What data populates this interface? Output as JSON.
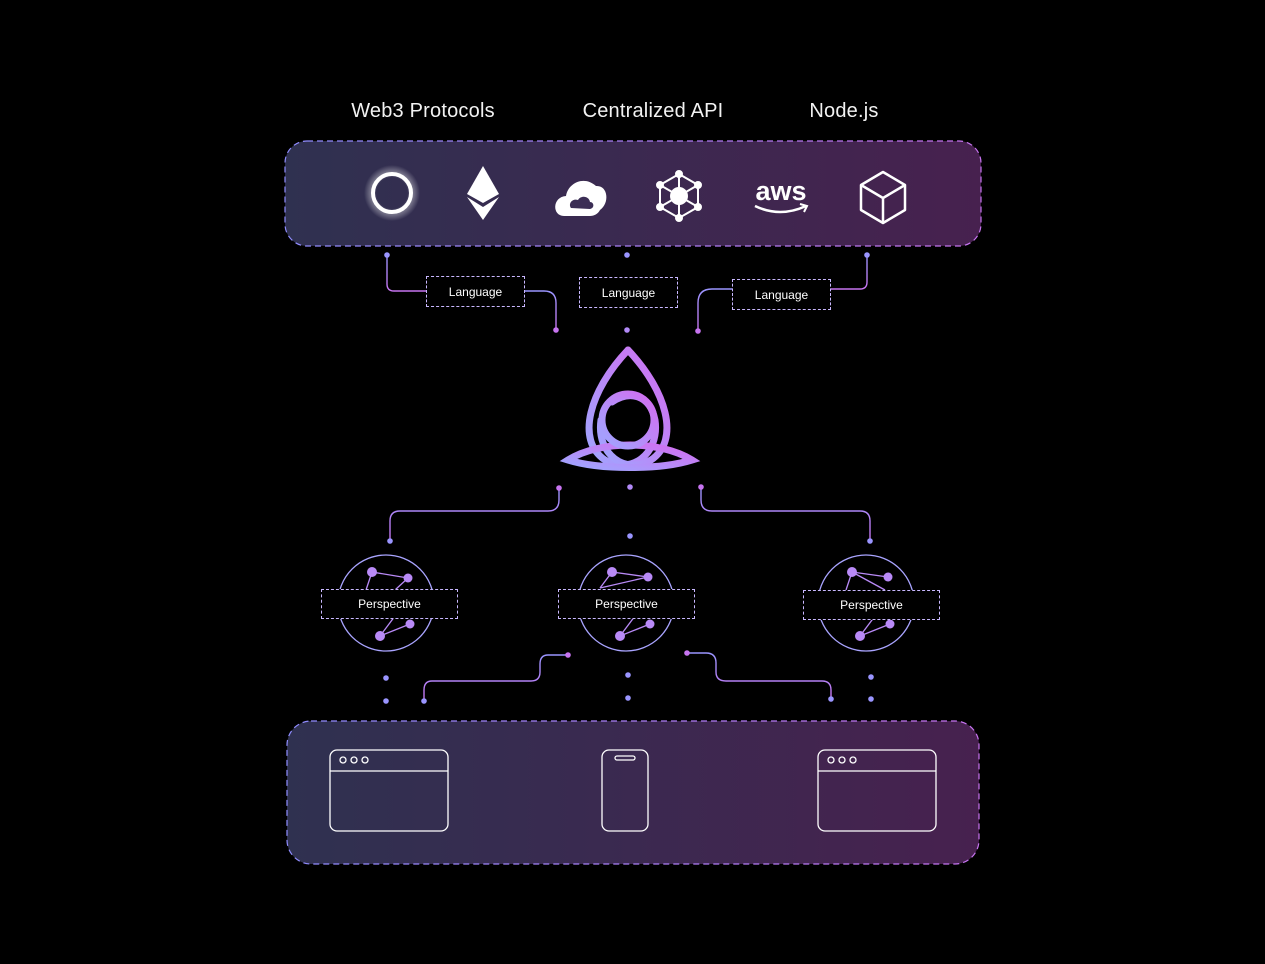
{
  "groups": {
    "web3": "Web3 Protocols",
    "central": "Centralized API",
    "node": "Node.js"
  },
  "languages": [
    "Language",
    "Language",
    "Language"
  ],
  "perspectives": [
    "Perspective",
    "Perspective",
    "Perspective"
  ],
  "sources": [
    "ceramic-ring-icon",
    "ethereum-icon",
    "google-cloud-icon",
    "holochain-network-icon",
    "aws-icon",
    "nodejs-cube-icon"
  ],
  "aws_text": "aws",
  "colors": {
    "background": "#000000",
    "panel_left": "#2f3150",
    "panel_right": "#47214f",
    "line_blue": "#9a95ff",
    "line_purple": "#c774f0",
    "accent": "#c084fc"
  }
}
